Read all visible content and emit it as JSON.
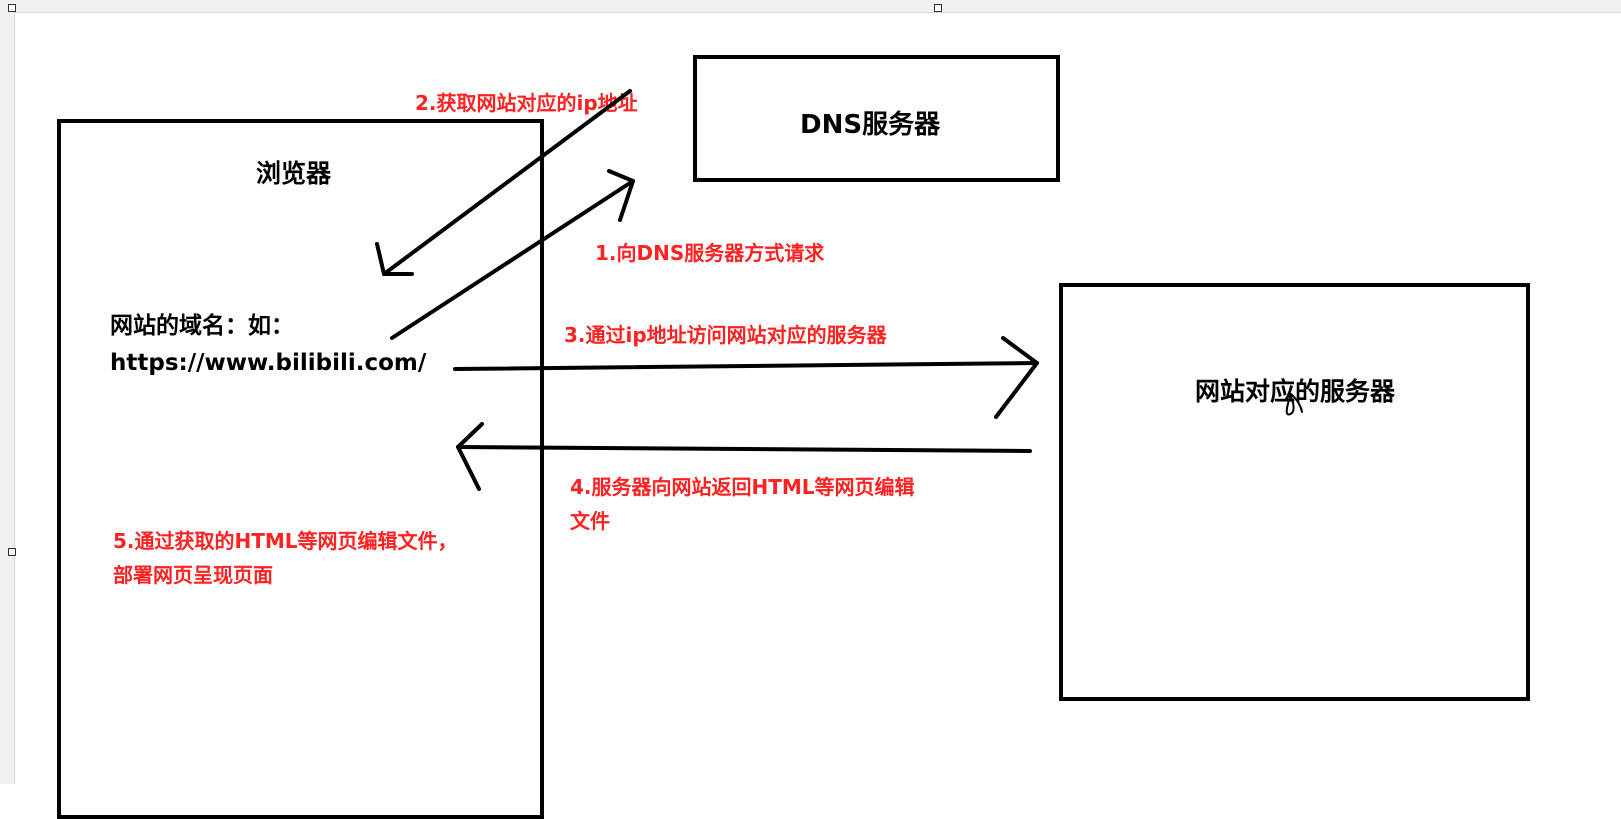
{
  "nodes": {
    "browser": {
      "label": "浏览器"
    },
    "dns": {
      "label": "DNS服务器"
    },
    "server": {
      "label": "网站对应的服务器"
    }
  },
  "domain": {
    "line1": "网站的域名：如：",
    "line2": "https://www.bilibili.com/"
  },
  "steps": {
    "step1": "1.向DNS服务器方式请求",
    "step2": "2.获取网站对应的ip地址",
    "step3": "3.通过ip地址访问网站对应的服务器",
    "step4_line1": "4.服务器向网站返回HTML等网页编辑",
    "step4_line2": "文件",
    "step5_line1": "5.通过获取的HTML等网页编辑文件，",
    "step5_line2": "部署网页呈现页面"
  },
  "colors": {
    "stroke": "#000000",
    "annotation": "#ff2222",
    "chrome": "#f0f0f0"
  }
}
